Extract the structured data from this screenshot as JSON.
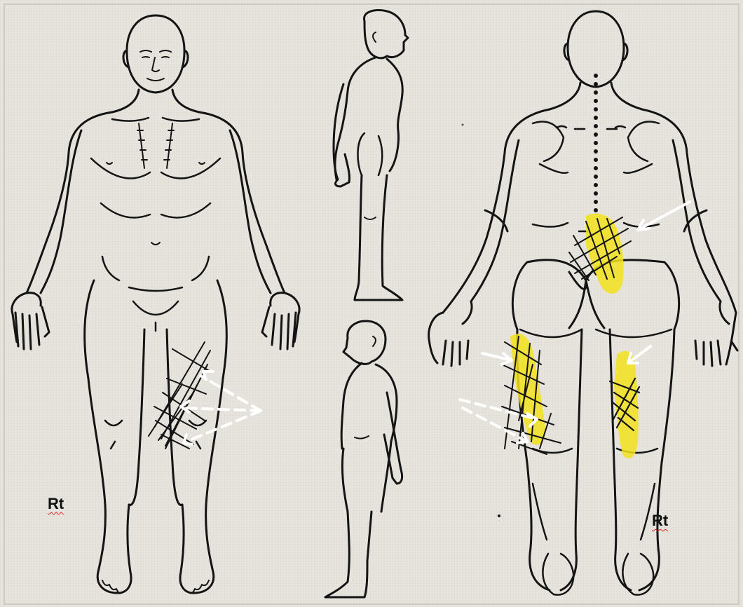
{
  "diagram": {
    "labels": {
      "front_side": "Rt",
      "back_side": "Rt"
    },
    "colors": {
      "paper": "#e6e3dc",
      "line": "#141414",
      "highlight": "#f2e21d",
      "arrow": "#ffffff"
    },
    "figures": [
      {
        "view": "front",
        "name": "front-body-figure"
      },
      {
        "view": "side-left",
        "name": "side-body-figure-upper"
      },
      {
        "view": "side-right",
        "name": "side-body-figure-lower"
      },
      {
        "view": "back",
        "name": "back-body-figure"
      }
    ],
    "pain_markings": [
      {
        "name": "front-thigh-hatching",
        "view": "front",
        "type": "crosshatch"
      },
      {
        "name": "lower-back-hatching",
        "view": "back",
        "type": "crosshatch",
        "highlighted": true
      },
      {
        "name": "back-thigh-left-hatching",
        "view": "back",
        "type": "crosshatch",
        "highlighted": true
      },
      {
        "name": "back-thigh-right-hatching",
        "view": "back",
        "type": "crosshatch",
        "highlighted": true
      }
    ],
    "arrows": [
      {
        "name": "front-thigh-arrows",
        "view": "front",
        "style": "dashed"
      },
      {
        "name": "lower-back-arrow",
        "view": "back",
        "style": "solid"
      },
      {
        "name": "back-thigh-left-arrows",
        "view": "back",
        "style": "mixed"
      },
      {
        "name": "back-thigh-right-arrow",
        "view": "back",
        "style": "solid"
      }
    ]
  }
}
